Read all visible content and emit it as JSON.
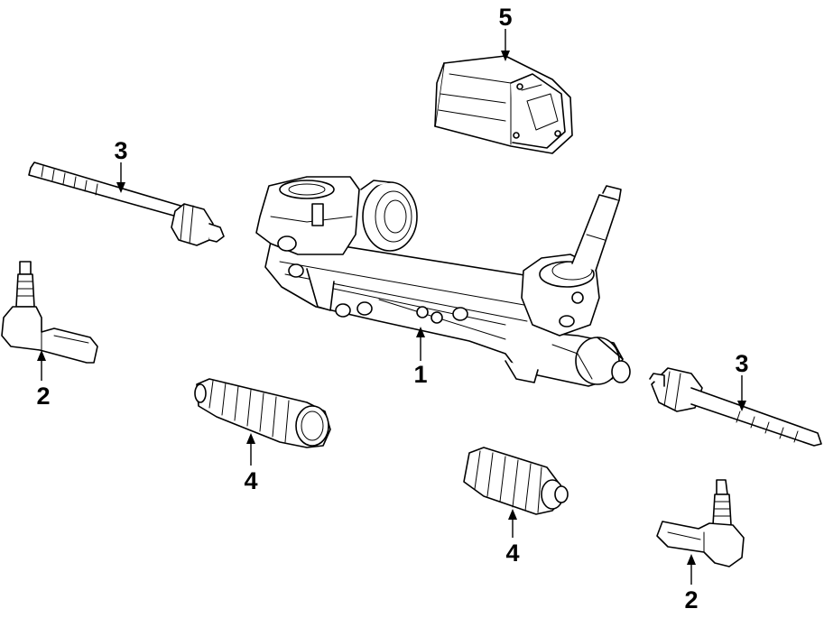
{
  "callouts": [
    {
      "id": "rack-gear",
      "label": "1"
    },
    {
      "id": "outer-tie-rod-left",
      "label": "2"
    },
    {
      "id": "outer-tie-rod-right",
      "label": "2"
    },
    {
      "id": "inner-tie-rod-left",
      "label": "3"
    },
    {
      "id": "inner-tie-rod-right",
      "label": "3"
    },
    {
      "id": "boot-left",
      "label": "4"
    },
    {
      "id": "boot-right",
      "label": "4"
    },
    {
      "id": "motor-module",
      "label": "5"
    }
  ]
}
